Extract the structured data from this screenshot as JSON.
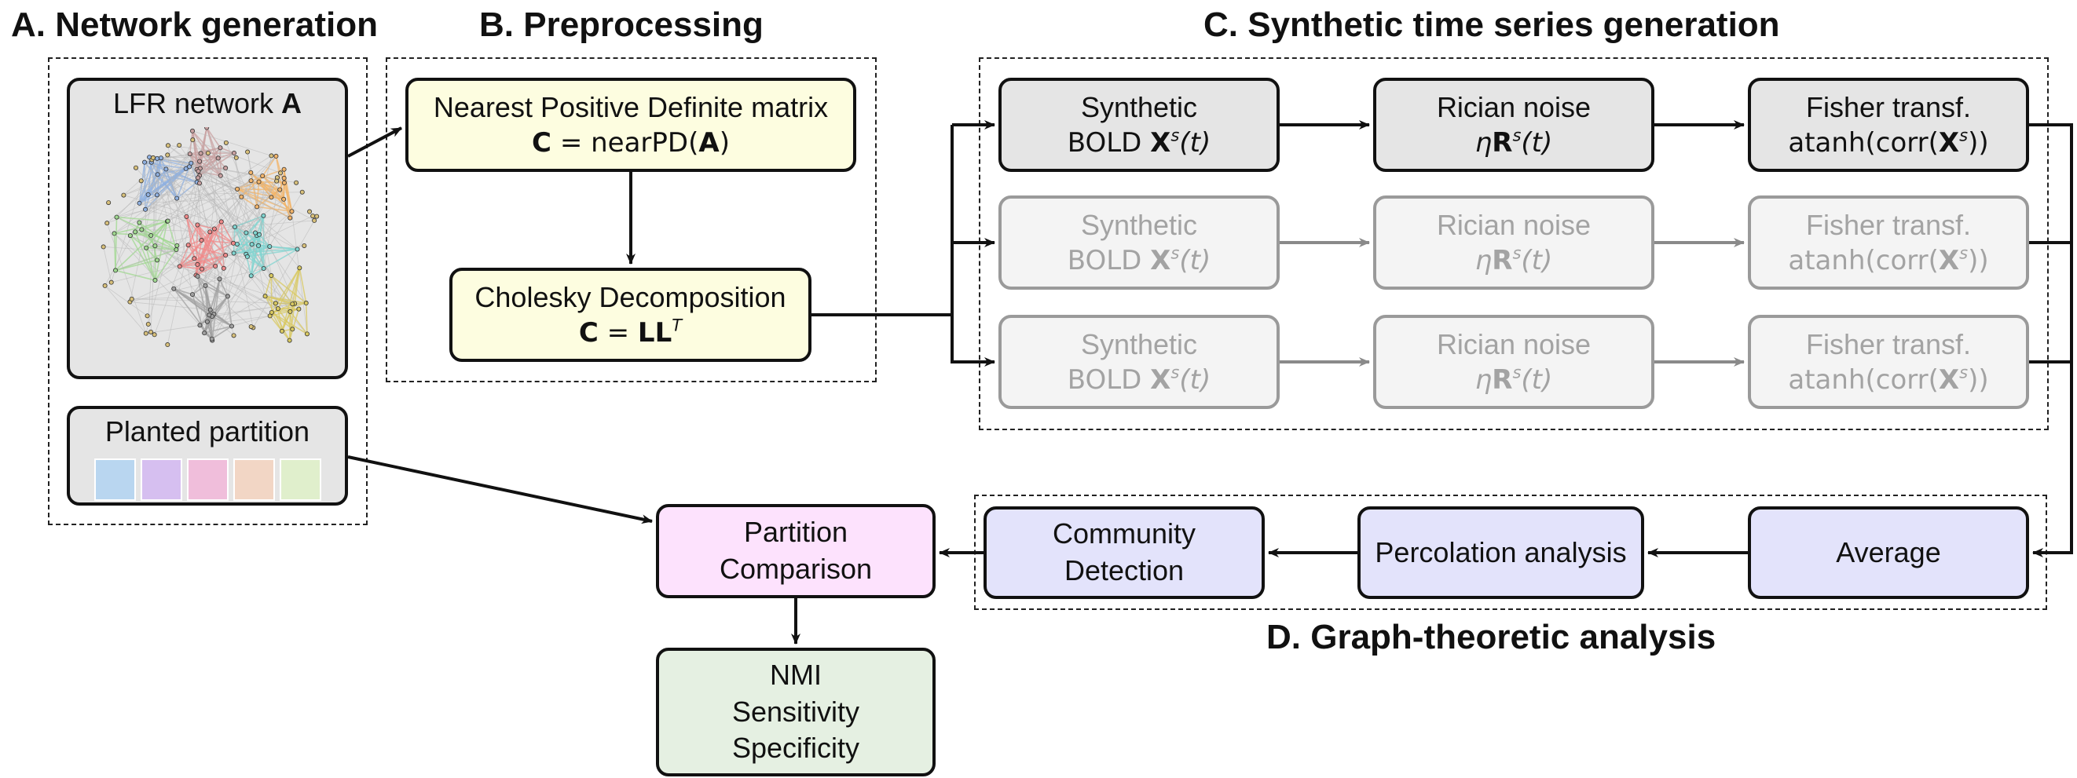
{
  "sections": {
    "a": "A. Network generation",
    "b": "B. Preprocessing",
    "c": "C. Synthetic time series generation",
    "d": "D. Graph-theoretic analysis"
  },
  "nodes": {
    "lfr": {
      "label": "LFR network",
      "symbol": "A"
    },
    "planted": {
      "label": "Planted partition"
    },
    "nearpd": {
      "line1": "Nearest Positive Definite matrix",
      "lhs": "C",
      "eq": "=",
      "fn": "nearPD(",
      "arg": "A",
      "close": ")"
    },
    "cholesky": {
      "line1": "Cholesky Decomposition",
      "lhs": "C",
      "eq": "=",
      "rhs": "LL",
      "sup": "T"
    },
    "bold": {
      "line1": "Synthetic",
      "line2": "BOLD",
      "X": "X",
      "s": "s",
      "t": "(t)"
    },
    "rician": {
      "line1": "Rician noise",
      "eta": "η",
      "R": "R",
      "s": "s",
      "t": "(t)"
    },
    "fisher": {
      "line1": "Fisher transf.",
      "fn": "atanh(corr(",
      "X": "X",
      "s": "s",
      "close": "))"
    },
    "average": {
      "label": "Average"
    },
    "percolation": {
      "label": "Percolation analysis"
    },
    "community": {
      "line1": "Community",
      "line2": "Detection"
    },
    "partition": {
      "line1": "Partition",
      "line2": "Comparison"
    },
    "metrics": {
      "line1": "NMI",
      "line2": "Sensitivity",
      "line3": "Specificity"
    }
  },
  "colors": {
    "node_gray": "#e5e5e5",
    "node_yellow": "#fdfde0",
    "node_pink": "#fde2fd",
    "node_lavender": "#e3e3fb",
    "node_green": "#e5f0e2",
    "partition_swatches": [
      "#b9d6f0",
      "#d6bff0",
      "#f0bedb",
      "#f2d6c5",
      "#e0efcc"
    ],
    "network_communities": [
      "#8fb0e0",
      "#c8a0a0",
      "#f2b46a",
      "#a0d890",
      "#f08a8a",
      "#80d4d0",
      "#a0a0a0",
      "#d8c860"
    ]
  }
}
